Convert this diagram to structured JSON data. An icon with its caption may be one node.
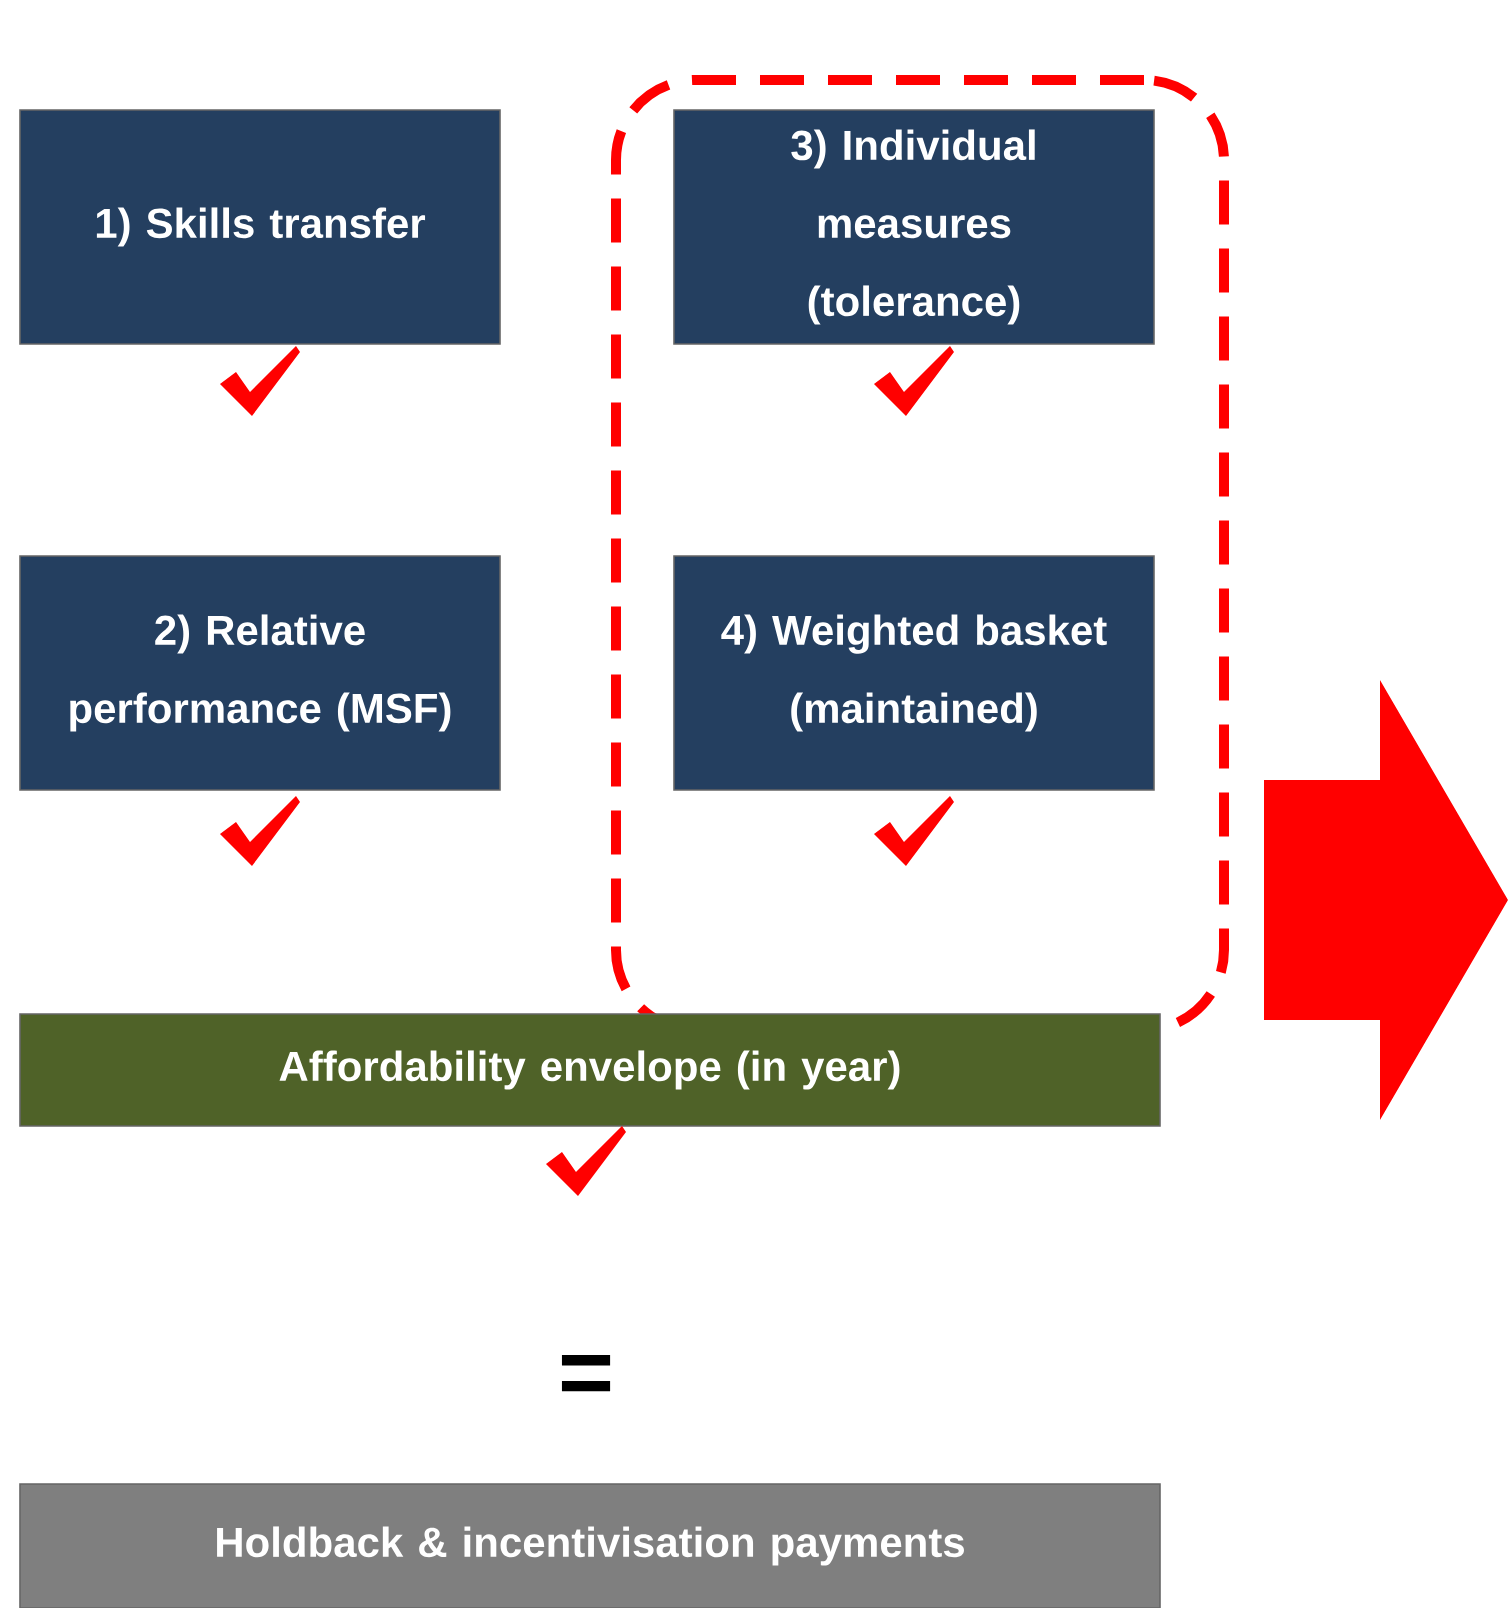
{
  "diagram": {
    "nodes": [
      {
        "text": [
          "1) Skills transfer"
        ]
      },
      {
        "text": [],
        "shape": "box"
      },
      {
        "text": [
          "3) Individual measures (tolerance)"
        ],
        "in": 1
      },
      {
        "text": [
          "2) Relative performance (MSF)"
        ]
      },
      {
        "text": [
          "4) Weighted basket (maintained)"
        ],
        "in": 1
      },
      {
        "text": [
          "Affordability envelope (in year)"
        ]
      },
      {
        "text": [
          "Holdback & incentivisation payments"
        ]
      }
    ],
    "edges": [],
    "labels": [
      "="
    ]
  }
}
